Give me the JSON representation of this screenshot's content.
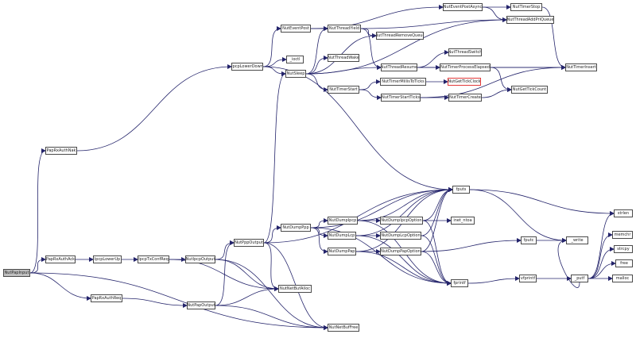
{
  "nodes": [
    {
      "id": "NutPapInput",
      "label": "NutPapInput",
      "root": true
    },
    {
      "id": "PapRxAuthNak",
      "label": "PapRxAuthNak"
    },
    {
      "id": "PapRxAuthAck",
      "label": "PapRxAuthAck"
    },
    {
      "id": "PapRxAuthReq",
      "label": "PapRxAuthReq"
    },
    {
      "id": "IpcpLowerDown",
      "label": "IpcpLowerDown"
    },
    {
      "id": "IpcpLowerUp",
      "label": "IpcpLowerUp"
    },
    {
      "id": "IpcpTxConfReq",
      "label": "IpcpTxConfReq"
    },
    {
      "id": "NutIpcpOutput",
      "label": "NutIpcpOutput"
    },
    {
      "id": "NutPapOutput",
      "label": "NutPapOutput"
    },
    {
      "id": "NutPppOutput",
      "label": "NutPppOutput"
    },
    {
      "id": "NutEventPost",
      "label": "NutEventPost"
    },
    {
      "id": "_ioctl",
      "label": "_ioctl"
    },
    {
      "id": "NutSleep",
      "label": "NutSleep"
    },
    {
      "id": "NutThreadYield",
      "label": "NutThreadYield"
    },
    {
      "id": "NutThreadRemoveQueue",
      "label": "NutThreadRemoveQueue"
    },
    {
      "id": "NutThreadWake",
      "label": "NutThreadWake"
    },
    {
      "id": "NutThreadResume",
      "label": "NutThreadResume"
    },
    {
      "id": "NutTimerStart",
      "label": "NutTimerStart"
    },
    {
      "id": "NutThreadSwitch",
      "label": "NutThreadSwitch"
    },
    {
      "id": "NutTimerProcessElapsed",
      "label": "NutTimerProcessElapsed"
    },
    {
      "id": "NutTimerMillisToTicks",
      "label": "NutTimerMillisToTicks"
    },
    {
      "id": "NutTimerStartTicks",
      "label": "NutTimerStartTicks"
    },
    {
      "id": "NutGetTickClock",
      "label": "NutGetTickClock",
      "highlight": true
    },
    {
      "id": "NutTimerCreate",
      "label": "NutTimerCreate"
    },
    {
      "id": "NutEventPostAsync",
      "label": "NutEventPostAsync"
    },
    {
      "id": "NutThreadAddPriQueue",
      "label": "NutThreadAddPriQueue"
    },
    {
      "id": "NutTimerStop",
      "label": "NutTimerStop"
    },
    {
      "id": "NutTimerInsert",
      "label": "NutTimerInsert"
    },
    {
      "id": "NutGetTickCount",
      "label": "NutGetTickCount"
    },
    {
      "id": "NutDumpPpp",
      "label": "NutDumpPpp"
    },
    {
      "id": "NutDumpIpcp",
      "label": "NutDumpIpcp"
    },
    {
      "id": "NutDumpLcp",
      "label": "NutDumpLcp"
    },
    {
      "id": "NutDumpPap",
      "label": "NutDumpPap"
    },
    {
      "id": "NutDumpIpcpOption",
      "label": "NutDumpIpcpOption"
    },
    {
      "id": "NutDumpLcpOption",
      "label": "NutDumpLcpOption"
    },
    {
      "id": "NutDumpPapOption",
      "label": "NutDumpPapOption"
    },
    {
      "id": "inet_ntoa",
      "label": "inet_ntoa"
    },
    {
      "id": "fputs",
      "label": "fputs"
    },
    {
      "id": "fprintf",
      "label": "fprintf"
    },
    {
      "id": "fputc",
      "label": "fputc"
    },
    {
      "id": "vfprintf",
      "label": "vfprintf"
    },
    {
      "id": "_write",
      "label": "_write"
    },
    {
      "id": "_putf",
      "label": "_putf"
    },
    {
      "id": "strlen",
      "label": "strlen"
    },
    {
      "id": "memchr",
      "label": "memchr"
    },
    {
      "id": "strcpy",
      "label": "strcpy"
    },
    {
      "id": "free",
      "label": "free"
    },
    {
      "id": "malloc",
      "label": "malloc"
    },
    {
      "id": "NutNetBufAlloc",
      "label": "NutNetBufAlloc"
    },
    {
      "id": "NutNetBufFree",
      "label": "NutNetBufFree"
    }
  ],
  "edges": [
    [
      "NutPapInput",
      "PapRxAuthNak"
    ],
    [
      "NutPapInput",
      "PapRxAuthAck"
    ],
    [
      "NutPapInput",
      "PapRxAuthReq"
    ],
    [
      "NutPapInput",
      "NutNetBufFree"
    ],
    [
      "PapRxAuthNak",
      "IpcpLowerDown"
    ],
    [
      "PapRxAuthAck",
      "IpcpLowerUp"
    ],
    [
      "IpcpLowerUp",
      "IpcpTxConfReq"
    ],
    [
      "IpcpTxConfReq",
      "NutIpcpOutput"
    ],
    [
      "IpcpTxConfReq",
      "NutNetBufAlloc"
    ],
    [
      "PapRxAuthReq",
      "NutPapOutput"
    ],
    [
      "NutPapOutput",
      "NutPppOutput"
    ],
    [
      "NutPapOutput",
      "NutNetBufAlloc"
    ],
    [
      "NutPapOutput",
      "NutNetBufFree"
    ],
    [
      "NutIpcpOutput",
      "NutPppOutput"
    ],
    [
      "NutIpcpOutput",
      "NutNetBufAlloc"
    ],
    [
      "NutIpcpOutput",
      "NutNetBufFree"
    ],
    [
      "NutPppOutput",
      "NutSleep"
    ],
    [
      "NutPppOutput",
      "NutDumpPpp"
    ],
    [
      "NutPppOutput",
      "NutNetBufAlloc"
    ],
    [
      "NutPppOutput",
      "NutNetBufFree"
    ],
    [
      "NutPppOutput",
      "fputs"
    ],
    [
      "IpcpLowerDown",
      "NutEventPost"
    ],
    [
      "IpcpLowerDown",
      "_ioctl"
    ],
    [
      "IpcpLowerDown",
      "NutSleep"
    ],
    [
      "IpcpLowerDown",
      "fputs"
    ],
    [
      "NutEventPost",
      "NutThreadYield"
    ],
    [
      "NutEventPost",
      "NutEventPostAsync"
    ],
    [
      "NutSleep",
      "NutThreadYield"
    ],
    [
      "NutSleep",
      "NutThreadWake"
    ],
    [
      "NutSleep",
      "NutThreadResume"
    ],
    [
      "NutSleep",
      "NutTimerStart"
    ],
    [
      "NutSleep",
      "NutThreadRemoveQueue"
    ],
    [
      "NutSleep",
      "NutThreadAddPriQueue"
    ],
    [
      "NutThreadYield",
      "NutThreadRemoveQueue"
    ],
    [
      "NutThreadYield",
      "NutThreadResume"
    ],
    [
      "NutThreadYield",
      "NutThreadAddPriQueue"
    ],
    [
      "NutThreadResume",
      "NutThreadSwitch"
    ],
    [
      "NutThreadResume",
      "NutTimerProcessElapsed"
    ],
    [
      "NutThreadResume",
      "NutTimerInsert"
    ],
    [
      "NutEventPostAsync",
      "NutTimerStop"
    ],
    [
      "NutEventPostAsync",
      "NutThreadAddPriQueue"
    ],
    [
      "NutTimerStop",
      "NutTimerInsert"
    ],
    [
      "NutTimerProcessElapsed",
      "NutTimerInsert"
    ],
    [
      "NutTimerProcessElapsed",
      "NutGetTickCount"
    ],
    [
      "NutTimerStart",
      "NutTimerMillisToTicks"
    ],
    [
      "NutTimerStart",
      "NutTimerStartTicks"
    ],
    [
      "NutTimerMillisToTicks",
      "NutGetTickClock"
    ],
    [
      "NutTimerStartTicks",
      "NutTimerCreate"
    ],
    [
      "NutTimerStartTicks",
      "NutTimerInsert"
    ],
    [
      "NutTimerCreate",
      "NutGetTickCount"
    ],
    [
      "NutDumpPpp",
      "NutDumpIpcp"
    ],
    [
      "NutDumpPpp",
      "NutDumpLcp"
    ],
    [
      "NutDumpPpp",
      "NutDumpPap"
    ],
    [
      "NutDumpPpp",
      "fputs"
    ],
    [
      "NutDumpPpp",
      "fprintf"
    ],
    [
      "NutDumpIpcp",
      "NutDumpIpcpOption"
    ],
    [
      "NutDumpIpcp",
      "fputs"
    ],
    [
      "NutDumpIpcp",
      "fprintf"
    ],
    [
      "NutDumpLcp",
      "NutDumpLcpOption"
    ],
    [
      "NutDumpLcp",
      "fputs"
    ],
    [
      "NutDumpLcp",
      "fprintf"
    ],
    [
      "NutDumpPap",
      "NutDumpPapOption"
    ],
    [
      "NutDumpPap",
      "fputs"
    ],
    [
      "NutDumpPap",
      "fprintf"
    ],
    [
      "NutDumpIpcpOption",
      "inet_ntoa"
    ],
    [
      "NutDumpIpcpOption",
      "fputs"
    ],
    [
      "NutDumpIpcpOption",
      "fprintf"
    ],
    [
      "NutDumpLcpOption",
      "fputs"
    ],
    [
      "NutDumpLcpOption",
      "fprintf"
    ],
    [
      "NutDumpPapOption",
      "fputc"
    ],
    [
      "NutDumpPapOption",
      "fputs"
    ],
    [
      "NutDumpPapOption",
      "fprintf"
    ],
    [
      "fputs",
      "strlen"
    ],
    [
      "fputs",
      "_write"
    ],
    [
      "fputc",
      "_write"
    ],
    [
      "fprintf",
      "vfprintf"
    ],
    [
      "vfprintf",
      "_putf"
    ],
    [
      "_putf",
      "_write"
    ],
    [
      "_putf",
      "strlen"
    ],
    [
      "_putf",
      "memchr"
    ],
    [
      "_putf",
      "strcpy"
    ],
    [
      "_putf",
      "free"
    ],
    [
      "_putf",
      "malloc"
    ]
  ],
  "colors": {
    "edge": "#24246b",
    "node_border": "#4a4a4a",
    "root_fill": "#bfbfbf",
    "highlight_border": "#e23a3a"
  }
}
